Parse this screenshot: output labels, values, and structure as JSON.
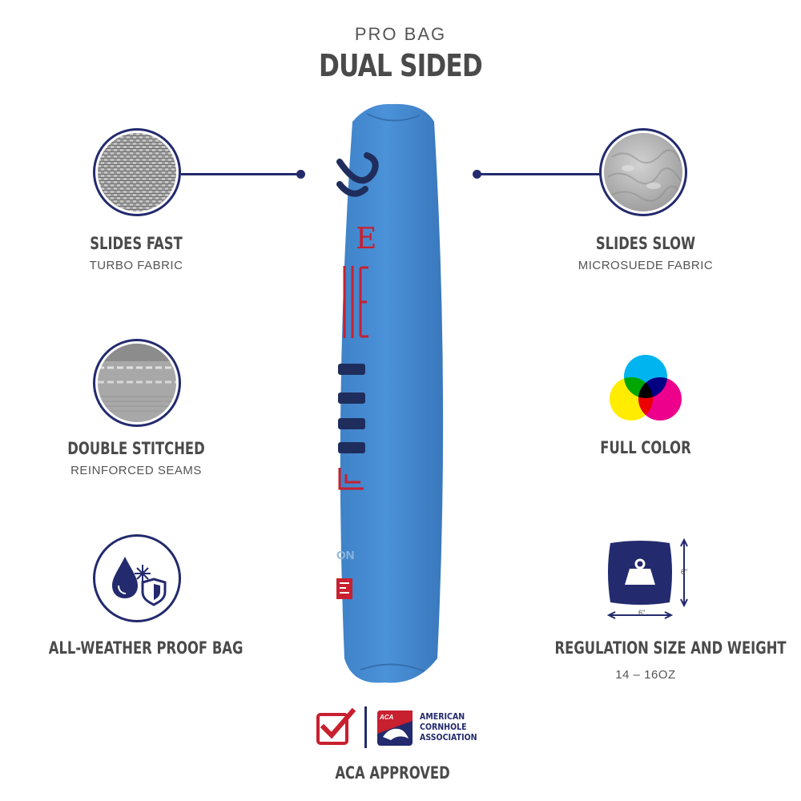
{
  "header": {
    "subtitle": "PRO BAG",
    "title": "DUAL SIDED"
  },
  "features": {
    "slides_fast": {
      "title": "SLIDES FAST",
      "subtitle": "TURBO FABRIC",
      "icon": "woven-fabric-icon"
    },
    "slides_slow": {
      "title": "SLIDES SLOW",
      "subtitle": "MICROSUEDE FABRIC",
      "icon": "suede-fabric-icon"
    },
    "double_stitched": {
      "title": "DOUBLE STITCHED",
      "subtitle": "REINFORCED SEAMS",
      "icon": "stitching-icon"
    },
    "full_color": {
      "title": "FULL COLOR",
      "icon": "cmy-circles-icon"
    },
    "weather": {
      "title": "ALL-WEATHER PROOF BAG",
      "icon": "weather-shield-icon"
    },
    "regulation": {
      "title": "REGULATION SIZE AND WEIGHT",
      "subtitle": "14 – 16OZ",
      "icon": "weight-bag-icon",
      "dim_width": "6\"",
      "dim_height": "6\""
    }
  },
  "bag_print": {
    "text": "ON"
  },
  "footer": {
    "logo_text": [
      "AMERICAN",
      "CORNHOLE",
      "ASSOCIATION"
    ],
    "logo_badge": "ACA",
    "label": "ACA APPROVED"
  },
  "colors": {
    "navy": "#232a6d",
    "bag_blue": "#4a8fd4",
    "red": "#c8202f"
  }
}
